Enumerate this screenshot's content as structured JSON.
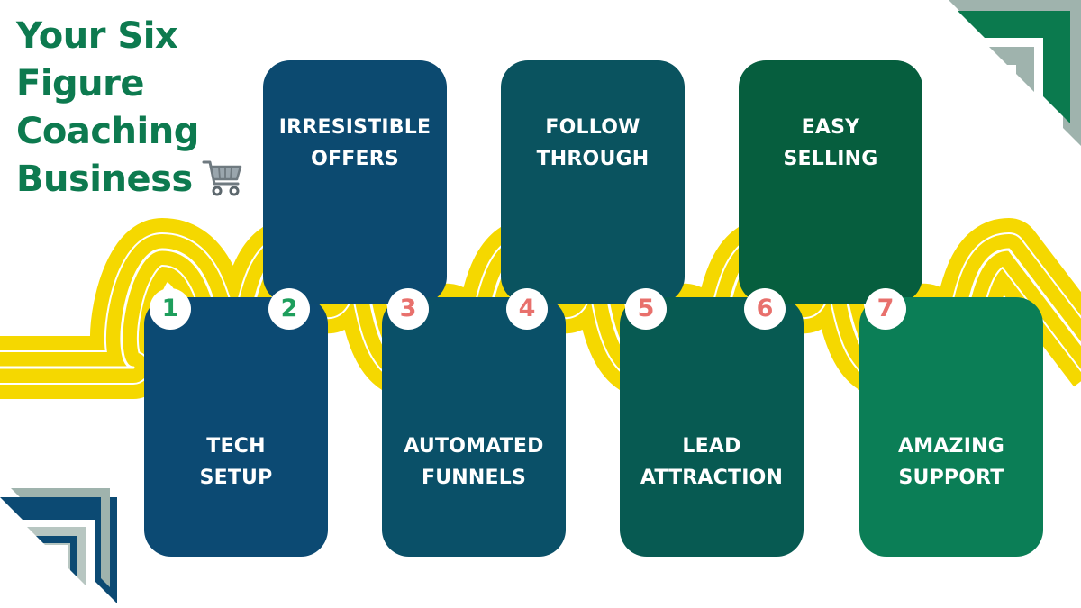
{
  "title_lines": [
    "Your Six",
    "Figure",
    "Coaching",
    "Business"
  ],
  "icons": {
    "title_icon": "shopping-cart-icon"
  },
  "steps": [
    {
      "number": "1",
      "lines": [
        "TECH",
        "SETUP"
      ],
      "color": "#0c4a73",
      "number_color": "#1e9e5c"
    },
    {
      "number": "2",
      "lines": [
        "IRRESISTIBLE",
        "OFFERS"
      ],
      "color": "#0c4a70",
      "number_color": "#1e9e5c"
    },
    {
      "number": "3",
      "lines": [
        "AUTOMATED",
        "FUNNELS"
      ],
      "color": "#0a5068",
      "number_color": "#e8706c"
    },
    {
      "number": "4",
      "lines": [
        "FOLLOW",
        "THROUGH"
      ],
      "color": "#0a535f",
      "number_color": "#e8706c"
    },
    {
      "number": "5",
      "lines": [
        "LEAD",
        "ATTRACTION"
      ],
      "color": "#075a52",
      "number_color": "#e8706c"
    },
    {
      "number": "6",
      "lines": [
        "EASY",
        "SELLING"
      ],
      "color": "#065e3e",
      "number_color": "#e8706c"
    },
    {
      "number": "7",
      "lines": [
        "AMAZING",
        "SUPPORT"
      ],
      "color": "#0b7e56",
      "number_color": "#e8706c"
    }
  ],
  "colors": {
    "title": "#0d7a4f",
    "road": "#f5d800",
    "road_lane": "#ffffff",
    "chevron_green": "#0b7a4e",
    "chevron_blue": "#0c4a73",
    "chevron_shade": "#9fb3ad"
  }
}
